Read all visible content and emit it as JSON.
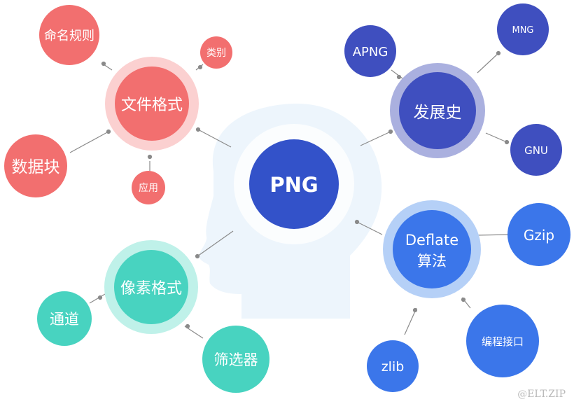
{
  "center": {
    "label": "PNG"
  },
  "hubs": {
    "file_format": {
      "label": "文件格式",
      "color": "#f26f6f",
      "ring": "#fbd0d0"
    },
    "history": {
      "label": "发展史",
      "color": "#3f4fbf",
      "ring": "#aab0df"
    },
    "deflate": {
      "label1": "Deflate",
      "label2": "算法",
      "color": "#3b76ea",
      "ring": "#b5d0f7"
    },
    "pixel": {
      "label": "像素格式",
      "color": "#48d3c0",
      "ring": "#bff1e9"
    }
  },
  "leaves": {
    "naming": {
      "label": "命名规则",
      "color": "#f26f6f"
    },
    "category": {
      "label": "类别",
      "color": "#f26f6f"
    },
    "chunks": {
      "label": "数据块",
      "color": "#f26f6f"
    },
    "usage": {
      "label": "应用",
      "color": "#f26f6f"
    },
    "apng": {
      "label": "APNG",
      "color": "#3f4fbf"
    },
    "mng": {
      "label": "MNG",
      "color": "#3f4fbf"
    },
    "gnu": {
      "label": "GNU",
      "color": "#3f4fbf"
    },
    "gzip": {
      "label": "Gzip",
      "color": "#3b76ea"
    },
    "api": {
      "label": "编程接口",
      "color": "#3b76ea"
    },
    "zlib": {
      "label": "zlib",
      "color": "#3b76ea"
    },
    "channel": {
      "label": "通道",
      "color": "#48d3c0"
    },
    "filter": {
      "label": "筛选器",
      "color": "#48d3c0"
    }
  },
  "watermark": "@ELT.ZIP"
}
